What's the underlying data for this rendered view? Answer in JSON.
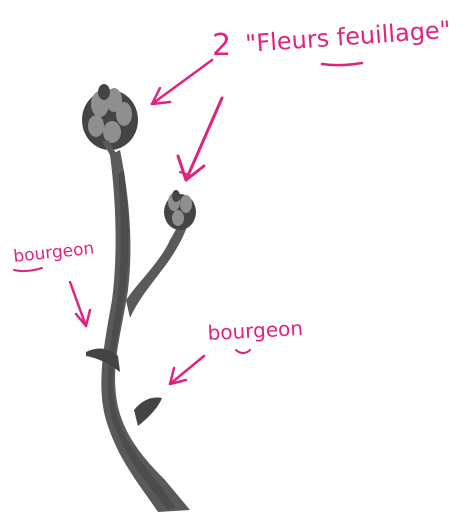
{
  "labels": {
    "title_number": "2",
    "title_text": "\"Fleurs feuillage\"",
    "bud_left": "bourgeon",
    "bud_right": "bourgeon"
  },
  "colors": {
    "ink": "#e0237f",
    "stem": "#5a5a5a"
  }
}
